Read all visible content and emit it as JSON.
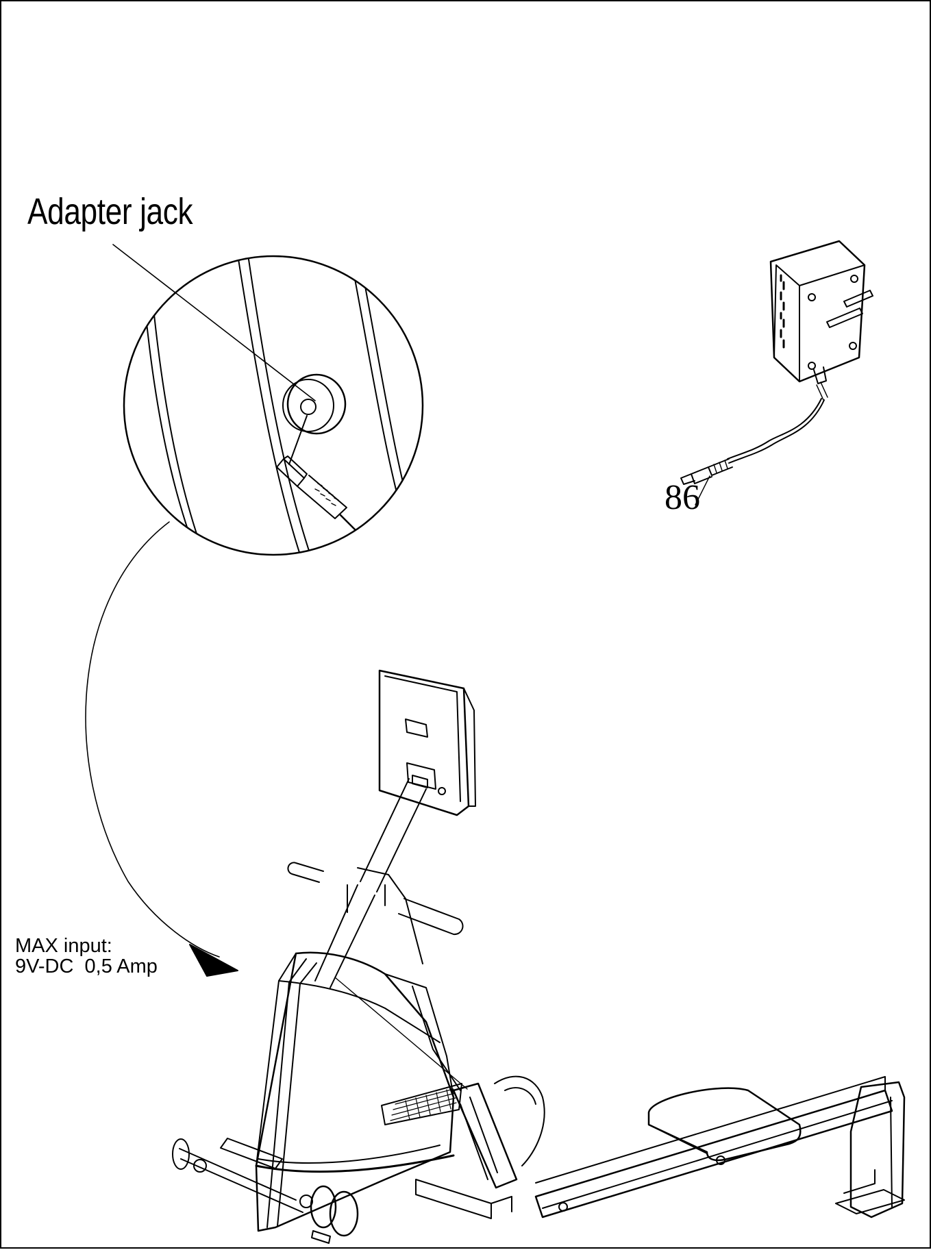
{
  "labels": {
    "adapter_jack": "Adapter jack",
    "part_number": "86",
    "max_input_line1": "MAX input:",
    "max_input_line2": "9V-DC  0,5 Amp"
  },
  "colors": {
    "line": "#000000",
    "background": "#ffffff"
  }
}
